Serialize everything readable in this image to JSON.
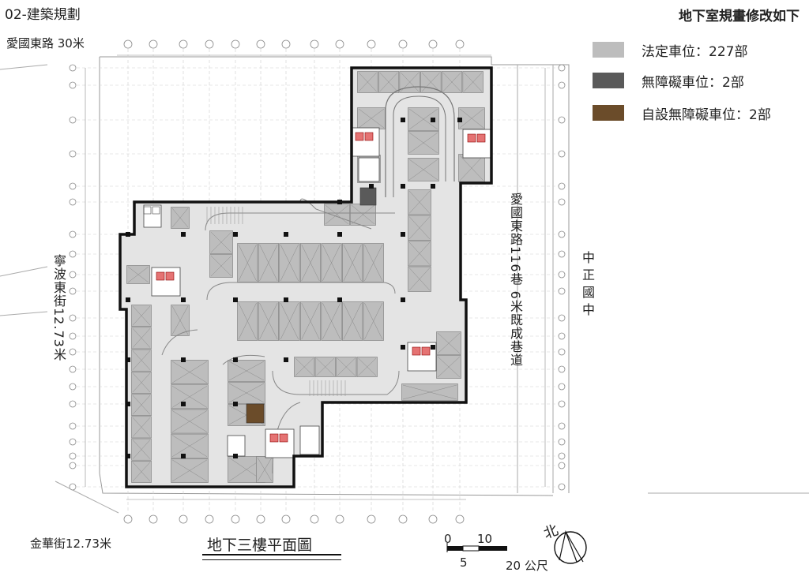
{
  "header": {
    "section_title": "02-建築規劃",
    "heading": "地下室規畫修改如下"
  },
  "legend": [
    {
      "label": "法定車位：227部",
      "color": "#bdbdbd"
    },
    {
      "label": "無障礙車位：2部",
      "color": "#5a5a5a"
    },
    {
      "label": "自設無障礙車位：2部",
      "color": "#6b4c2a"
    }
  ],
  "streets": {
    "top": "愛國東路 30米",
    "left": "寧波東街12.73米",
    "right": "愛國東路116巷 6米既成巷道",
    "school": "中正國中",
    "bottom": "金華街12.73米"
  },
  "plan": {
    "title": "地下三樓平面圖",
    "wall_color": "#111111",
    "stall_color": "#bdbdbd",
    "accessible_color": "#5a5a5a",
    "custom_accessible_color": "#6b4c2a",
    "core_color": "#e57373"
  },
  "scale_bar": {
    "ticks": [
      "0",
      "5",
      "10",
      "20 公尺"
    ],
    "north_label": "北"
  }
}
